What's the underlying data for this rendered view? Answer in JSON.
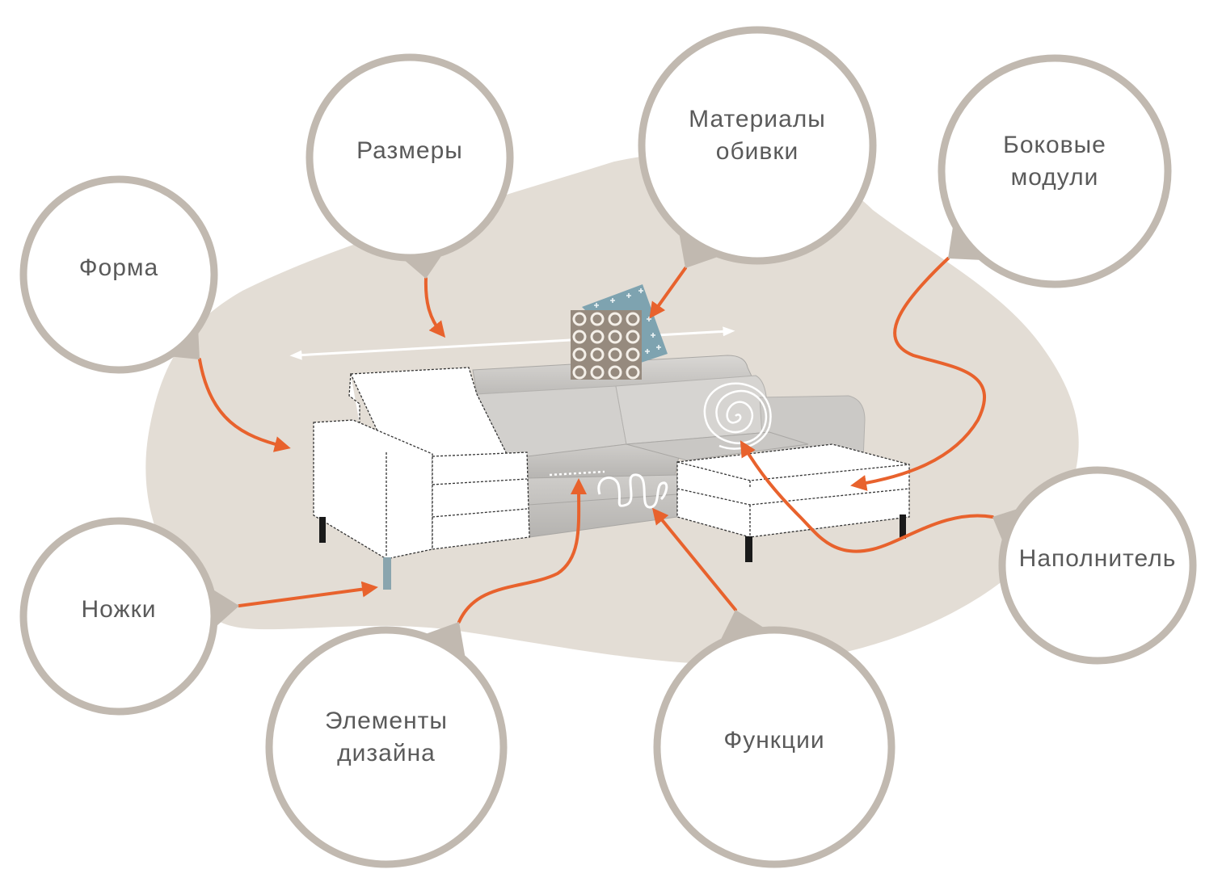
{
  "diagram": {
    "title": "Sofa configuration options",
    "colors": {
      "blob": "#e3ddd5",
      "circle_stroke": "#c1b9b0",
      "circle_fill": "#ffffff",
      "arrow": "#e8622d",
      "text": "#5a5a5a",
      "sofa_grey": "#cfcdca",
      "fabric_brown": "#968a7e",
      "fabric_blue": "#7ea3b0",
      "leg_blue": "#8aa5ae",
      "leg_black": "#1a1a1a"
    },
    "nodes": [
      {
        "id": "forma",
        "label_lines": [
          "Форма"
        ],
        "target": "sofa-shape"
      },
      {
        "id": "razmery",
        "label_lines": [
          "Размеры"
        ],
        "target": "dimension-arrow"
      },
      {
        "id": "materialy",
        "label_lines": [
          "Материалы",
          "обивки"
        ],
        "target": "fabric-swatch"
      },
      {
        "id": "bokovye",
        "label_lines": [
          "Боковые",
          "модули"
        ],
        "target": "chaise-module"
      },
      {
        "id": "nozhki",
        "label_lines": [
          "Ножки"
        ],
        "target": "sofa-leg"
      },
      {
        "id": "elementy",
        "label_lines": [
          "Элементы",
          "дизайна"
        ],
        "target": "seat-stitching"
      },
      {
        "id": "funkcii",
        "label_lines": [
          "Функции"
        ],
        "target": "seat-spring"
      },
      {
        "id": "napolnitel",
        "label_lines": [
          "Наполнитель"
        ],
        "target": "filling-spiral"
      }
    ]
  }
}
